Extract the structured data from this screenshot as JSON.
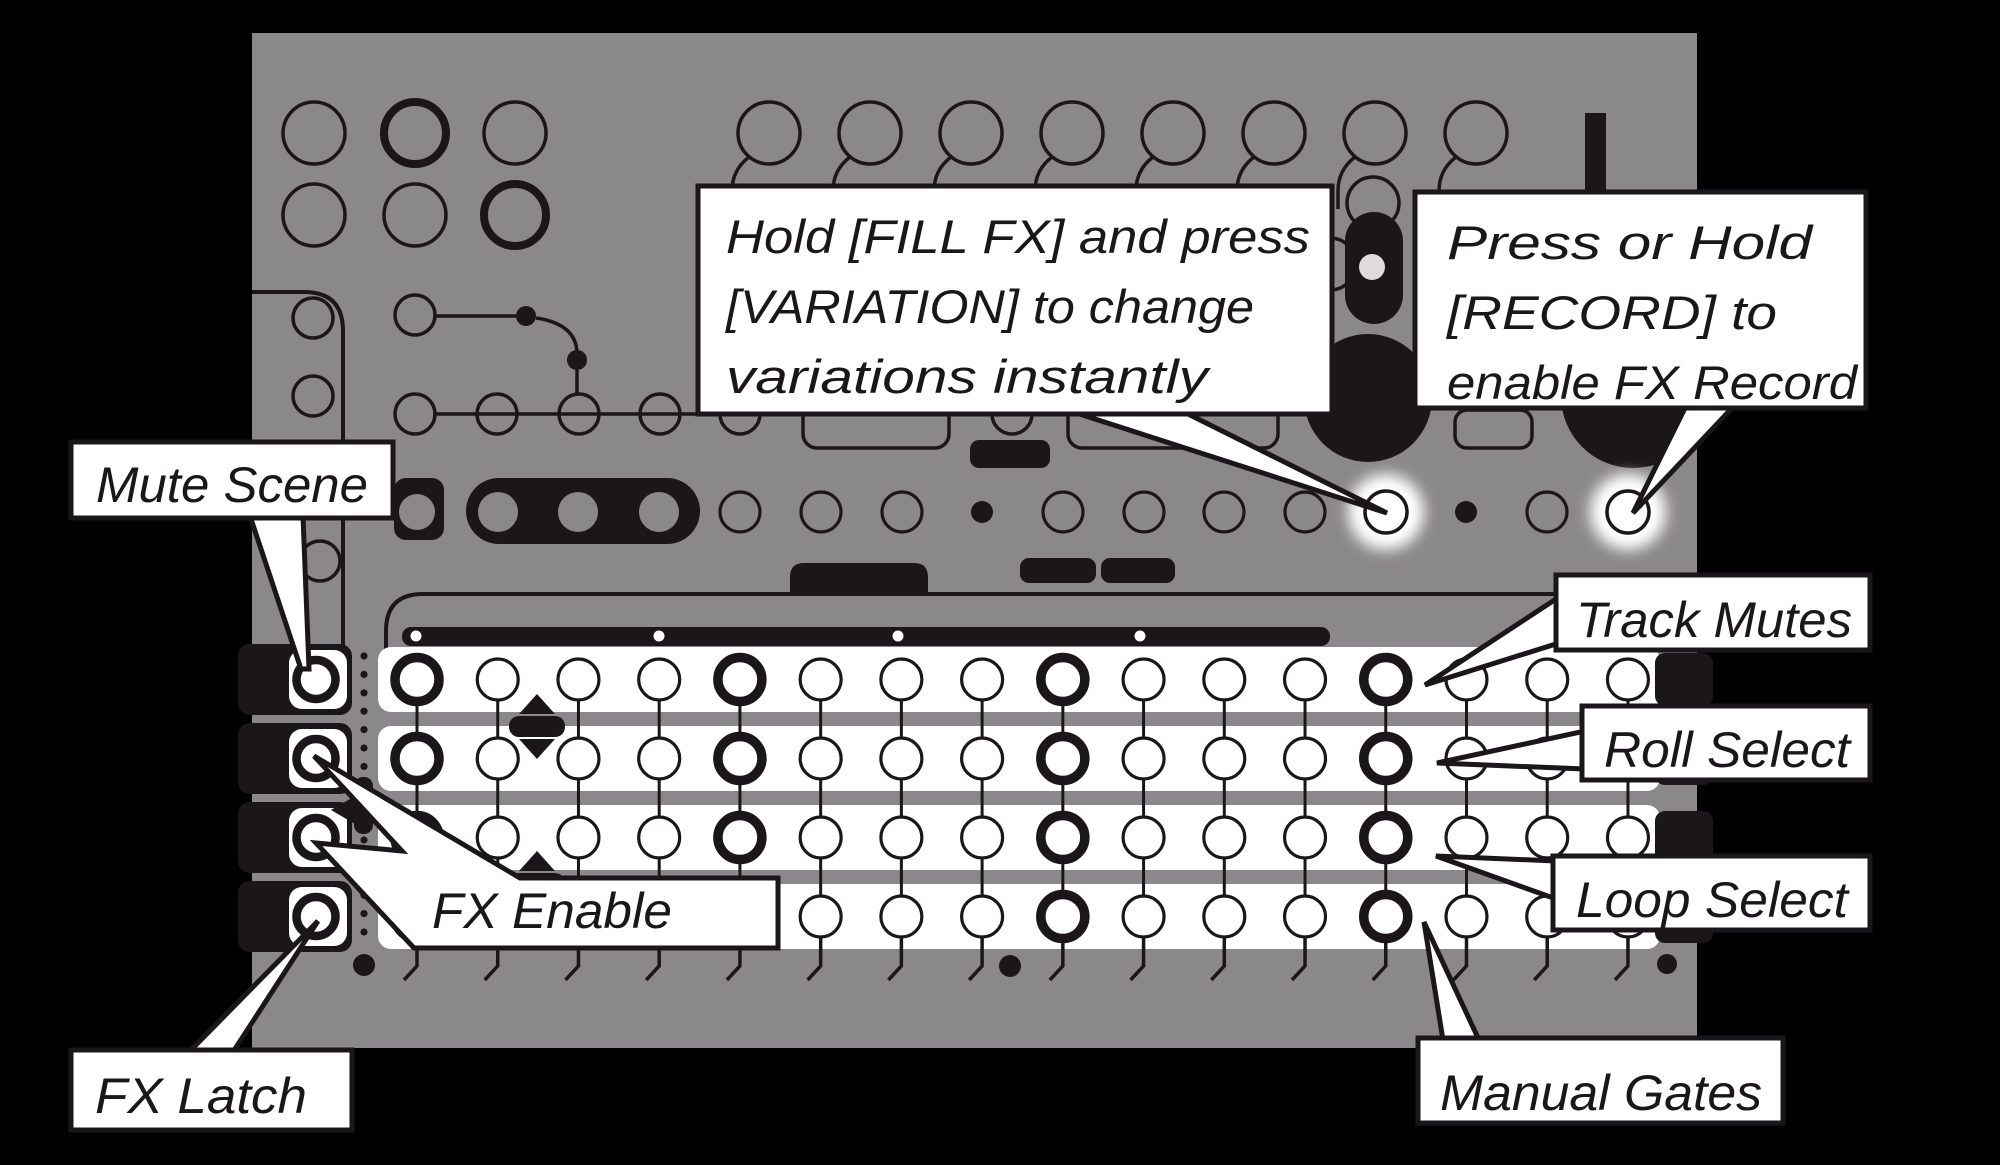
{
  "device": {
    "kind": "groovebox-sequencer-panel",
    "description": "Hardware sequencer panel diagram with callout annotations"
  },
  "colors": {
    "background": "#000000",
    "panel": "#8b888b",
    "ink": "#1a161a",
    "callout_bg": "#ffffff",
    "pad_bg": "#ffffff"
  },
  "grid": {
    "tracks": 4,
    "steps": 16,
    "accent_steps": [
      1,
      5,
      9,
      13
    ],
    "left_column_buttons": 4
  },
  "knobs": {
    "top_left_rows": 2,
    "top_left_per_row": 3,
    "top_row_count": 8
  },
  "callouts": {
    "fill_fx": {
      "lines": [
        "Hold [FILL FX] and press",
        "[VARIATION] to change",
        "variations instantly"
      ]
    },
    "record": {
      "lines": [
        "Press or Hold",
        "[RECORD] to",
        "enable FX Record"
      ]
    },
    "mute_scene": {
      "label": "Mute Scene"
    },
    "track_mutes": {
      "label": "Track Mutes"
    },
    "roll_select": {
      "label": "Roll Select"
    },
    "loop_select": {
      "label": "Loop Select"
    },
    "fx_enable": {
      "label": "FX Enable"
    },
    "fx_latch": {
      "label": "FX Latch"
    },
    "manual_gates": {
      "label": "Manual Gates"
    }
  }
}
